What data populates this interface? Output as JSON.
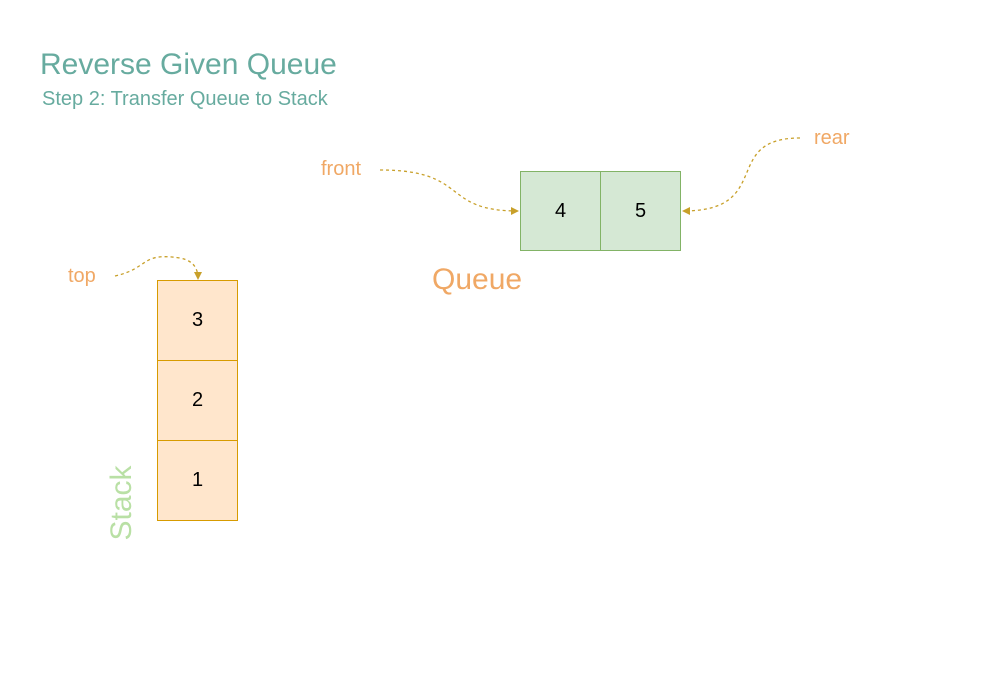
{
  "title": "Reverse Given Queue",
  "subtitle": "Step 2: Transfer Queue to Stack",
  "queue": {
    "label": "Queue",
    "cells": [
      "4",
      "5"
    ],
    "front_label": "front",
    "rear_label": "rear"
  },
  "stack": {
    "label": "Stack",
    "cells": [
      "3",
      "2",
      "1"
    ],
    "top_label": "top"
  },
  "colors": {
    "title": "#67AB9F",
    "queue_fill": "#D5E8D4",
    "queue_stroke": "#82B366",
    "stack_fill": "#FFE6CC",
    "stack_stroke": "#D79B00",
    "pointer_text": "#F0A865",
    "arrow": "#C8A02A",
    "stack_label": "#B9E0A5"
  }
}
